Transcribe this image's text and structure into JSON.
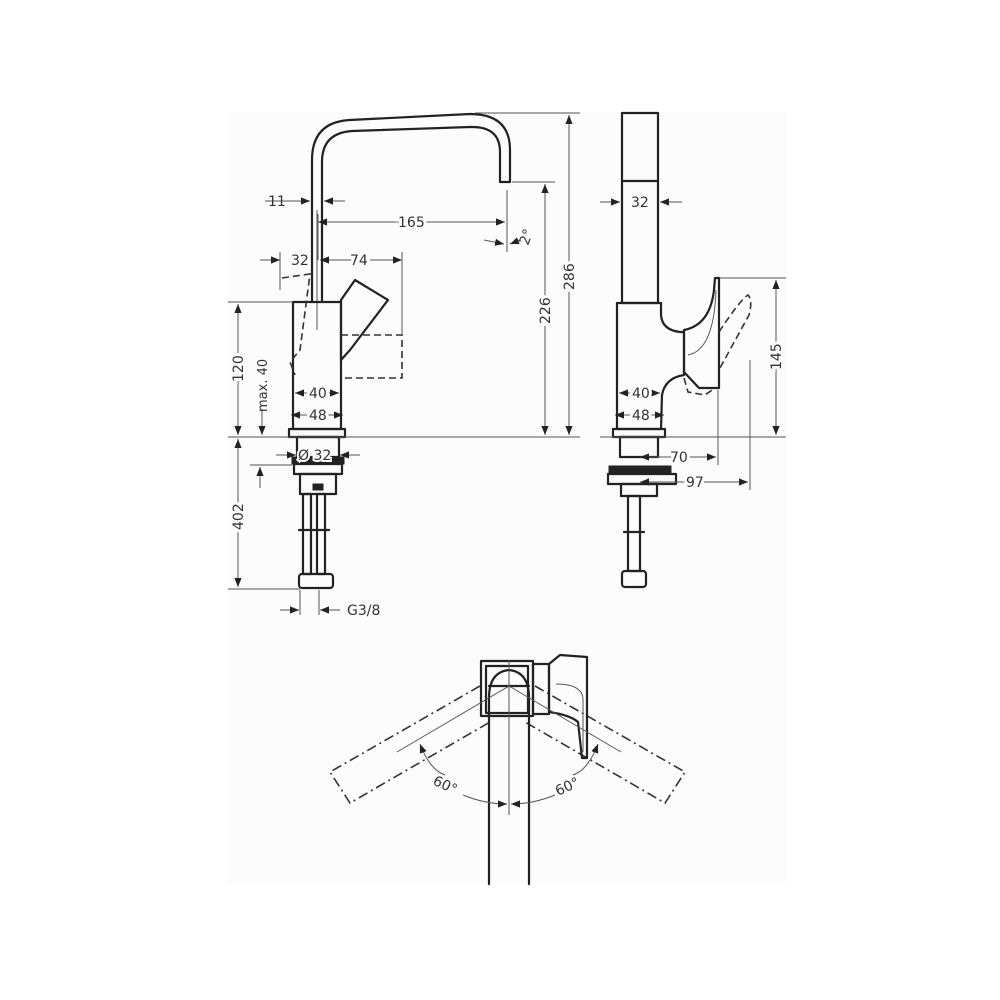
{
  "drawing": {
    "title": "Basin mixer technical drawing",
    "front_view": {
      "dimensions": {
        "spout_wall": "11",
        "spout_reach": "165",
        "spout_angle": "2°",
        "handle_back": "32",
        "handle_front": "74",
        "body_height": "120",
        "max_deck": "max. 40",
        "body_inner": "40",
        "body_outer": "48",
        "shank_dia": "Ø 32",
        "below_deck": "402",
        "connection": "G3/8",
        "spout_height": "226",
        "total_height": "286"
      }
    },
    "side_view": {
      "dimensions": {
        "spout_width": "32",
        "handle_height": "145",
        "body_inner": "40",
        "body_outer": "48",
        "handle_reach": "70",
        "handle_reach_open": "97"
      }
    },
    "top_view": {
      "dimensions": {
        "swivel_left": "60°",
        "swivel_right": "60°"
      }
    },
    "colors": {
      "line": "#222222",
      "background": "#ffffff",
      "panel": "#fcfcfc"
    }
  }
}
